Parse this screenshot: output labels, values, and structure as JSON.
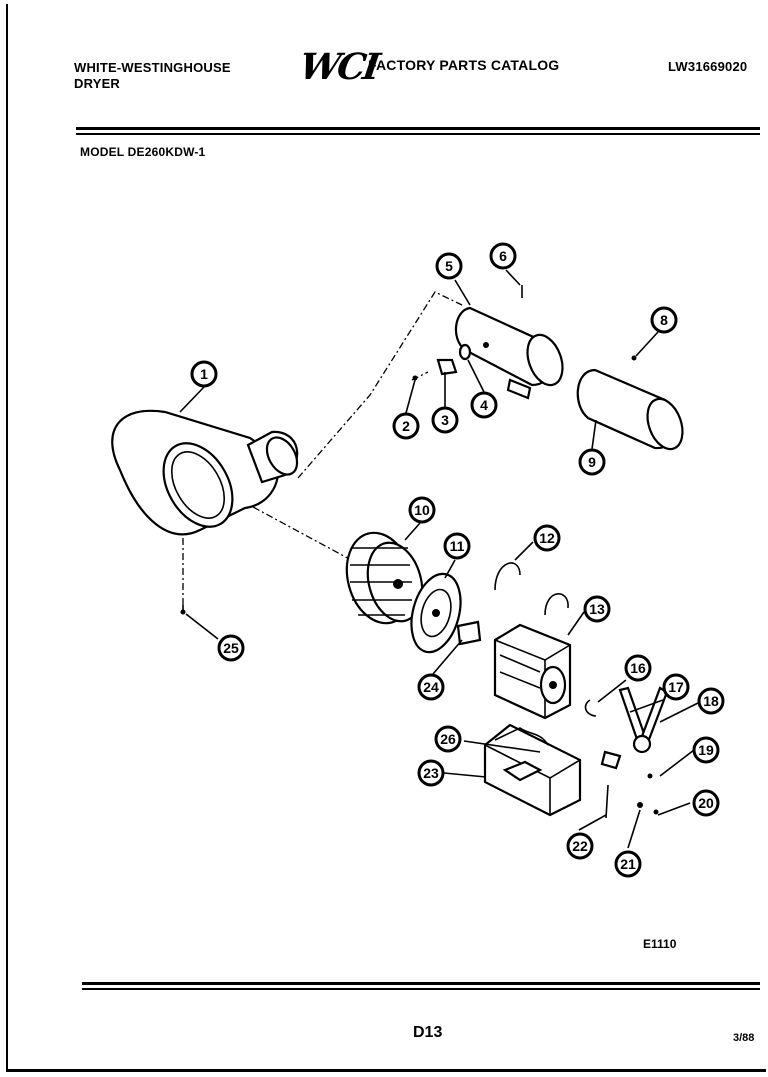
{
  "header": {
    "brand_line1": "WHITE-WESTINGHOUSE",
    "brand_line2": "DRYER",
    "logo_text": "WCI",
    "catalog_title": "FACTORY PARTS CATALOG",
    "part_number": "LW31669020"
  },
  "model_label": "MODEL DE260KDW-1",
  "callouts": [
    "1",
    "2",
    "3",
    "4",
    "5",
    "6",
    "8",
    "9",
    "10",
    "11",
    "12",
    "13",
    "16",
    "17",
    "18",
    "19",
    "20",
    "21",
    "22",
    "23",
    "24",
    "25",
    "26"
  ],
  "diagram_ref": "E1110",
  "footer": {
    "page_number": "D13",
    "date_code": "3/88"
  }
}
